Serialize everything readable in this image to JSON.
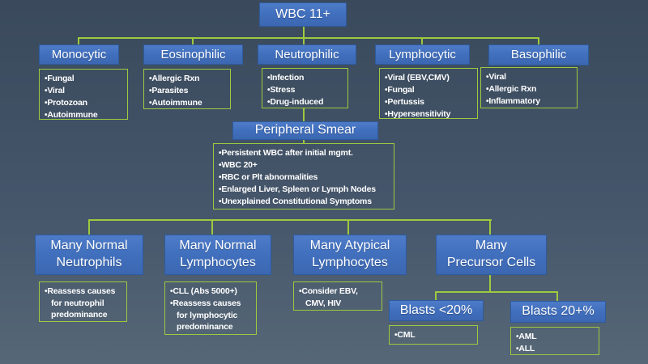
{
  "colors": {
    "background_top": "#3a4a5c",
    "background_bottom": "#566777",
    "node_fill": "#4170be",
    "node_border": "#2d5b9e",
    "connector_green": "#9cca3f",
    "text": "#ffffff"
  },
  "root": {
    "label": "WBC 11+"
  },
  "level1": [
    {
      "id": "monocytic",
      "label": "Monocytic",
      "items": [
        "Fungal",
        "Viral",
        "Protozoan",
        "Autoimmune"
      ]
    },
    {
      "id": "eosinophilic",
      "label": "Eosinophilic",
      "items": [
        "Allergic Rxn",
        "Parasites",
        "Autoimmune"
      ]
    },
    {
      "id": "neutrophilic",
      "label": "Neutrophilic",
      "items": [
        "Infection",
        "Stress",
        "Drug-induced"
      ]
    },
    {
      "id": "lymphocytic",
      "label": "Lymphocytic",
      "items": [
        "Viral (EBV,CMV)",
        "Fungal",
        "Pertussis",
        "Hypersensitivity"
      ]
    },
    {
      "id": "basophilic",
      "label": "Basophilic",
      "items": [
        "Viral",
        "Allergic Rxn",
        "Inflammatory"
      ]
    }
  ],
  "peripheral_smear": {
    "label": "Peripheral Smear",
    "items": [
      "Persistent WBC after initial mgmt.",
      "WBC 20+",
      "RBC or Plt abnormalities",
      "Enlarged Liver, Spleen or Lymph Nodes",
      "Unexplained Constitutional Symptoms"
    ]
  },
  "level2": [
    {
      "id": "many-normal-neutrophils",
      "label": "Many Normal\nNeutrophils",
      "items": [
        "Reassess causes\nfor neutrophil\npredominance"
      ]
    },
    {
      "id": "many-normal-lymphocytes",
      "label": "Many Normal\nLymphocytes",
      "items": [
        "CLL (Abs 5000+)",
        "Reassess causes\nfor lymphocytic\npredominance"
      ]
    },
    {
      "id": "many-atypical-lymphocytes",
      "label": "Many Atypical\nLymphocytes",
      "items": [
        "Consider EBV,\nCMV, HIV"
      ]
    },
    {
      "id": "many-precursor-cells",
      "label": "Many\nPrecursor Cells",
      "items": []
    }
  ],
  "blasts": [
    {
      "id": "blasts-under-20",
      "label": "Blasts <20%",
      "items": [
        "CML"
      ]
    },
    {
      "id": "blasts-20-plus",
      "label": "Blasts 20+%",
      "items": [
        "AML",
        "ALL"
      ]
    }
  ]
}
